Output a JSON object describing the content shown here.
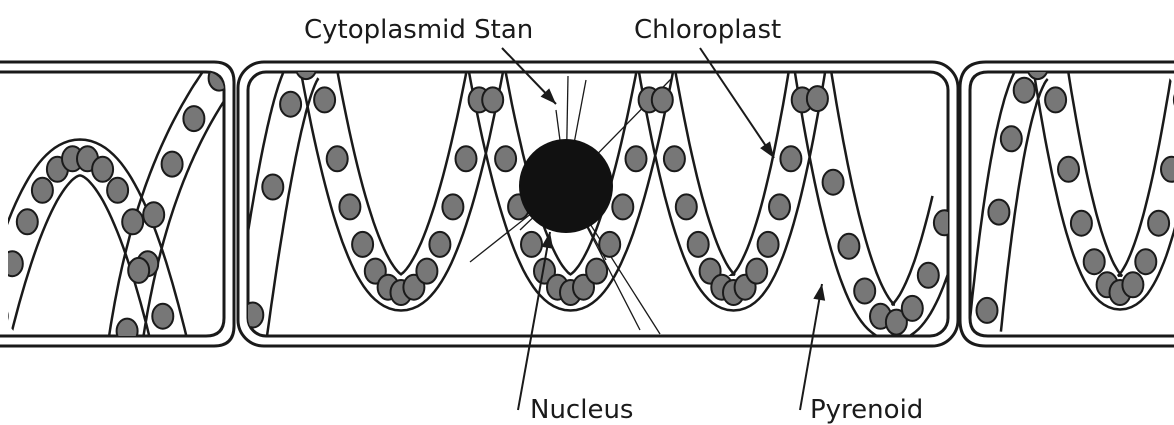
{
  "labels": {
    "cytoplasmic_strand": "Cytoplasmid Stan",
    "chloroplast": "Chloroplast",
    "nucleus": "Nucleus",
    "pyrenoid": "Pyrenoid"
  },
  "colors": {
    "outline": "#1a1a1a",
    "pyrenoid_fill": "#777777",
    "nucleus_fill": "#111111",
    "background": "#ffffff"
  }
}
